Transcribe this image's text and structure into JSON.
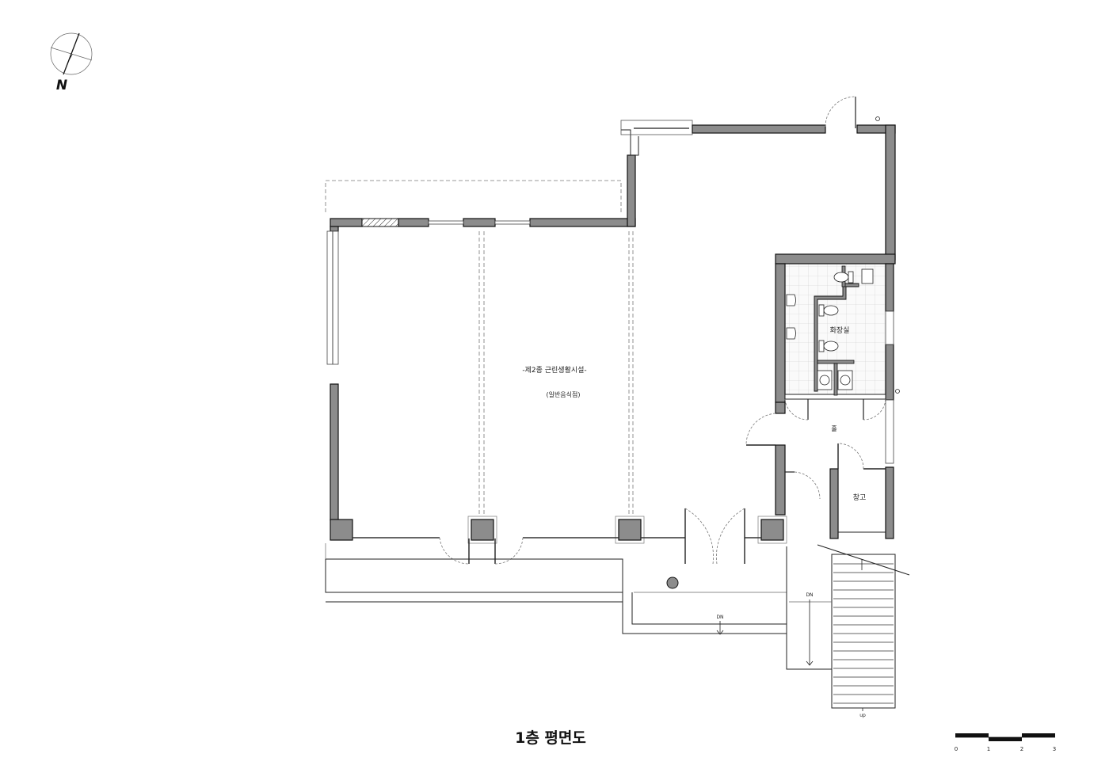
{
  "plan_title": "1층 평면도",
  "north_label": "N",
  "rooms": {
    "main_hall_line1": "-제2종 근린생활시설-",
    "main_hall_line2": "(일반음식점)",
    "restroom": "화장실",
    "hall": "홀",
    "storage": "창고"
  },
  "stair_labels": {
    "dn_ramp": "DN",
    "dn_stair": "DN",
    "up_stair": "up"
  },
  "scale_bar": {
    "ticks": [
      "0",
      "1",
      "2",
      "3"
    ]
  },
  "colors": {
    "wall_fill": "#8c8c8c",
    "line": "#111111",
    "tile_grid": "#cfcfcf"
  }
}
